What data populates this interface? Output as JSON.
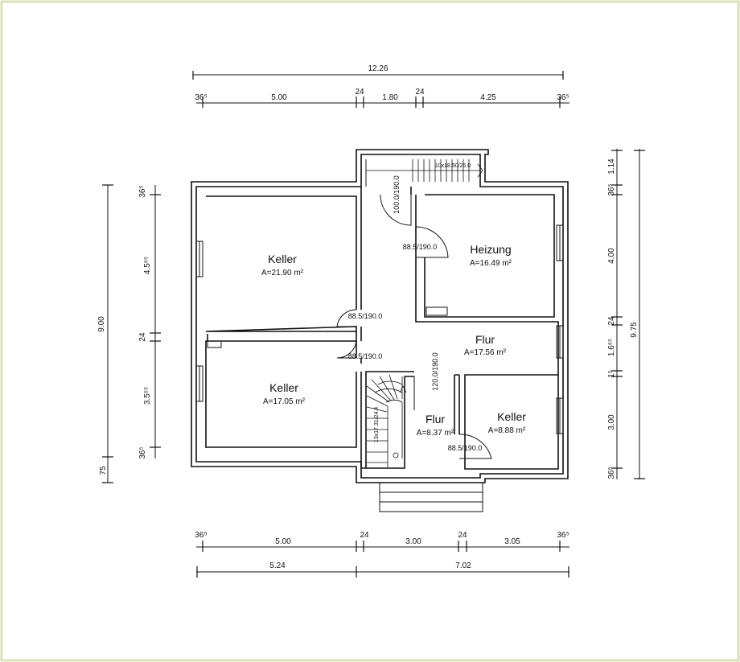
{
  "dims_top": {
    "overall": "12.26",
    "segments": [
      "36⁵",
      "5.00",
      "24",
      "1.80",
      "24",
      "4.25",
      "36⁵"
    ]
  },
  "dims_bottom": {
    "segments": [
      "36⁵",
      "5.00",
      "24",
      "3.00",
      "24",
      "3.05",
      "36⁵"
    ],
    "overall": [
      "5.24",
      "7.02"
    ]
  },
  "dims_left": {
    "overall": "9.00",
    "segments": [
      "36⁵",
      "4.5⁶⁵",
      "24",
      "3.5⁶⁵",
      "36⁵"
    ],
    "extra": "75"
  },
  "dims_right": {
    "overall": "9.75",
    "segments": [
      "1.14",
      "36⁵",
      "4.00",
      "24",
      "1.6⁶⁵",
      "1⁵",
      "3.00",
      "36⁵"
    ]
  },
  "rooms": [
    {
      "name": "Keller",
      "area": "A=21.90  m²"
    },
    {
      "name": "Heizung",
      "area": "A=16.49  m²"
    },
    {
      "name": "Flur",
      "area": "A=17.56  m²"
    },
    {
      "name": "Keller",
      "area": "A=17.05  m²"
    },
    {
      "name": "Flur",
      "area": "A=8.37  m²"
    },
    {
      "name": "Keller",
      "area": "A=8.88  m²"
    }
  ],
  "doors": [
    {
      "label": "100.0/190.0"
    },
    {
      "label": "88.5/190.0"
    },
    {
      "label": "88.5/190.0"
    },
    {
      "label": "88.5/190.0"
    },
    {
      "label": "120.0/190.0"
    },
    {
      "label": "88.5/190.0"
    }
  ],
  "stairs": {
    "outside": "10x18.50/25.0",
    "inside": "13x17.31/24.4"
  }
}
